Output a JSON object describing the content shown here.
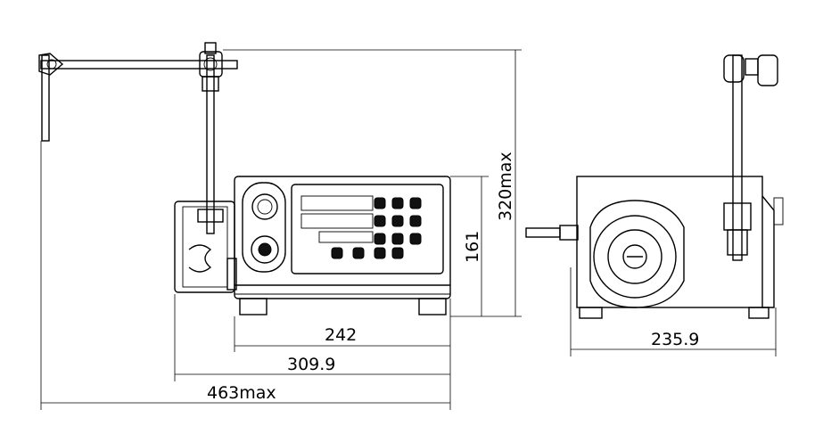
{
  "dimensions": {
    "front_body_width": "242",
    "front_width_with_pump": "309.9",
    "front_overall_width": "463max",
    "body_height": "161",
    "overall_height": "320max",
    "side_depth": "235.9"
  }
}
